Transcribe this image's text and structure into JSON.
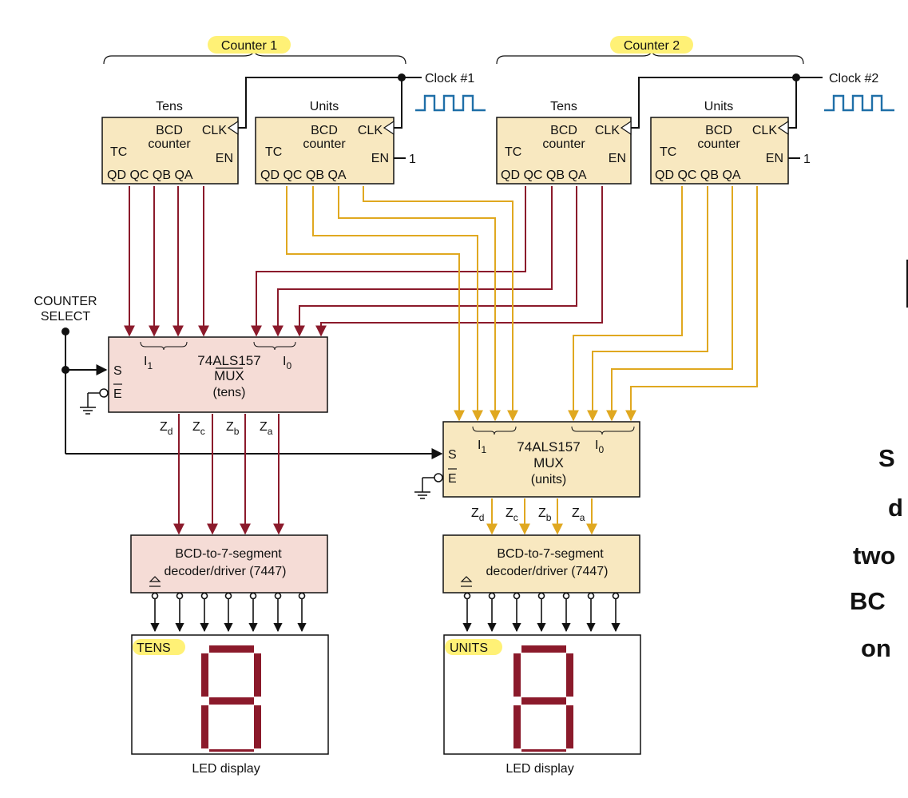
{
  "counter1": {
    "label": "Counter 1",
    "clock": "Clock #1",
    "tens": {
      "title": "Tens",
      "type": "BCD",
      "type2": "counter",
      "clk": "CLK",
      "tc": "TC",
      "en": "EN",
      "outputs": "QD QC QB QA"
    },
    "units": {
      "title": "Units",
      "type": "BCD",
      "type2": "counter",
      "clk": "CLK",
      "tc": "TC",
      "en": "EN",
      "outputs": "QD QC QB QA",
      "en_value": "1"
    }
  },
  "counter2": {
    "label": "Counter 2",
    "clock": "Clock #2",
    "tens": {
      "title": "Tens",
      "type": "BCD",
      "type2": "counter",
      "clk": "CLK",
      "tc": "TC",
      "en": "EN",
      "outputs": "QD QC QB QA"
    },
    "units": {
      "title": "Units",
      "type": "BCD",
      "type2": "counter",
      "clk": "CLK",
      "tc": "TC",
      "en": "EN",
      "outputs": "QD QC QB QA",
      "en_value": "1"
    }
  },
  "select": {
    "line1": "COUNTER",
    "line2": "SELECT"
  },
  "mux_tens": {
    "part": "74ALS157",
    "name": "MUX",
    "sub": "(tens)",
    "s": "S",
    "e": "E",
    "i1": "I",
    "i1_sub": "1",
    "i0": "I",
    "i0_sub": "0",
    "outputs": [
      {
        "z": "Z",
        "sub": "d"
      },
      {
        "z": "Z",
        "sub": "c"
      },
      {
        "z": "Z",
        "sub": "b"
      },
      {
        "z": "Z",
        "sub": "a"
      }
    ]
  },
  "mux_units": {
    "part": "74ALS157",
    "name": "MUX",
    "sub": "(units)",
    "s": "S",
    "e": "E",
    "i1": "I",
    "i1_sub": "1",
    "i0": "I",
    "i0_sub": "0",
    "outputs": [
      {
        "z": "Z",
        "sub": "d"
      },
      {
        "z": "Z",
        "sub": "c"
      },
      {
        "z": "Z",
        "sub": "b"
      },
      {
        "z": "Z",
        "sub": "a"
      }
    ]
  },
  "decoder": {
    "line1": "BCD-to-7-segment",
    "line2": "decoder/driver (7447)"
  },
  "display_tens": {
    "tag": "TENS",
    "caption": "LED display"
  },
  "display_units": {
    "tag": "UNITS",
    "caption": "LED display"
  },
  "side_text": [
    "S",
    "d",
    "two",
    "BC",
    "on"
  ],
  "colors": {
    "box_yellow": "#f8e8c0",
    "box_pink": "#f5dcd6",
    "wire_red": "#8b1a2b",
    "wire_gold": "#e0a820",
    "clock_blue": "#1f6fa8",
    "highlight": "#fff176",
    "segment": "#8b1a2b"
  }
}
